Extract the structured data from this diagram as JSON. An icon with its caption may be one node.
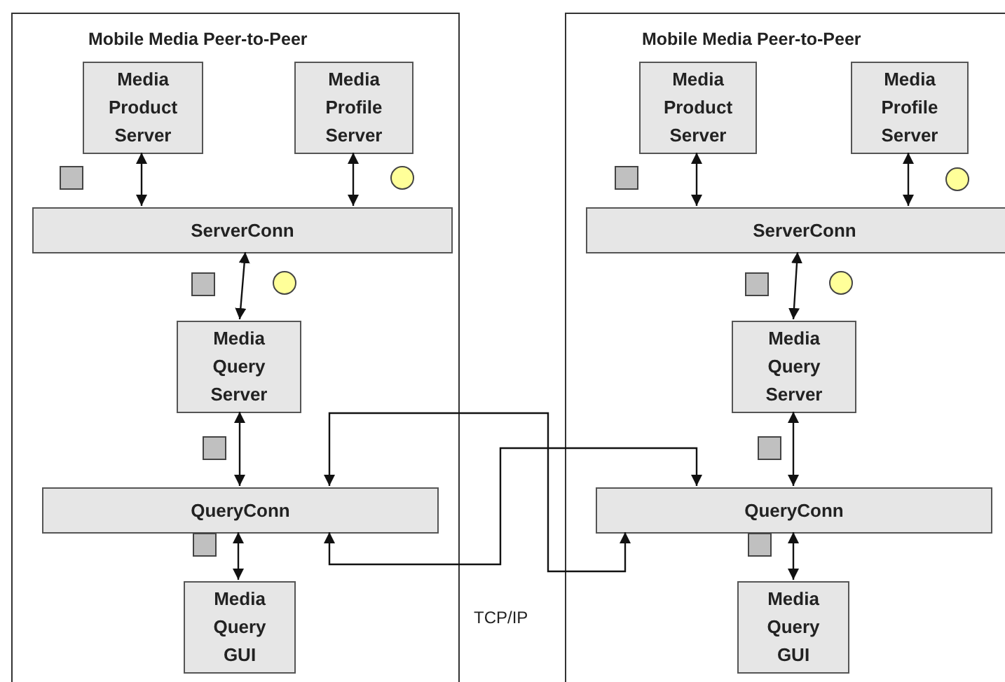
{
  "diagram": {
    "nodes": [
      {
        "text": [
          "Mobile Media Peer-to-Peer"
        ]
      },
      {
        "text": [
          "Media Product Server"
        ],
        "in": 0
      },
      {
        "text": [
          "Media Profile Server"
        ],
        "in": 0
      },
      {
        "text": [
          "ServerConn"
        ],
        "in": 0
      },
      {
        "text": [
          "Media Query Server"
        ],
        "in": 0
      },
      {
        "text": [
          "QueryConn"
        ],
        "in": 0
      },
      {
        "text": [
          "Media Query GUI"
        ],
        "in": 0
      },
      {
        "text": [
          "Mobile Media Peer-to-Peer"
        ]
      },
      {
        "text": [
          "Media Product Server"
        ],
        "in": 7
      },
      {
        "text": [
          "Media Profile Server"
        ],
        "in": 7
      },
      {
        "text": [
          "ServerConn"
        ],
        "in": 7
      },
      {
        "text": [
          "Media Query Server"
        ],
        "in": 7
      },
      {
        "text": [
          "QueryConn"
        ],
        "in": 7
      },
      {
        "text": [
          "Media Query GUI"
        ],
        "in": 7
      }
    ],
    "edges": [
      {
        "from": 1,
        "to": 3,
        "arrow": "both"
      },
      {
        "from": 2,
        "to": 3,
        "arrow": "both"
      },
      {
        "from": 3,
        "to": 4,
        "arrow": "both"
      },
      {
        "from": 4,
        "to": 5,
        "arrow": "both"
      },
      {
        "from": 5,
        "to": 6,
        "arrow": "both"
      },
      {
        "from": 8,
        "to": 10,
        "arrow": "both"
      },
      {
        "from": 9,
        "to": 10,
        "arrow": "both"
      },
      {
        "from": 10,
        "to": 11,
        "arrow": "both"
      },
      {
        "from": 11,
        "to": 12,
        "arrow": "both"
      },
      {
        "from": 12,
        "to": 13,
        "arrow": "both"
      },
      {
        "from": 5,
        "to": 12,
        "arrow": "both"
      },
      {
        "from": 12,
        "to": 5,
        "arrow": "both"
      }
    ],
    "labels": [
      "TCP/IP"
    ]
  }
}
